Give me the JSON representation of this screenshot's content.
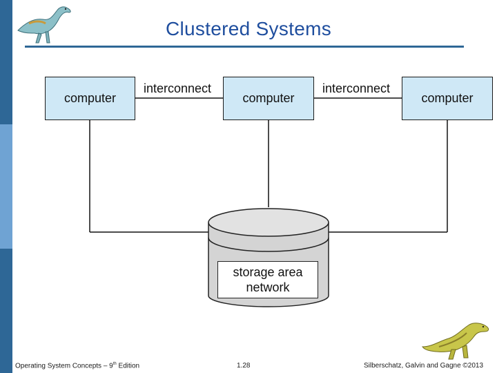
{
  "slide": {
    "title": "Clustered Systems"
  },
  "diagram": {
    "computers": [
      "computer",
      "computer",
      "computer"
    ],
    "interconnects": [
      "interconnect",
      "interconnect"
    ],
    "storage": {
      "line1": "storage area",
      "line2": "network"
    }
  },
  "footer": {
    "left_prefix": "Operating System Concepts – 9",
    "left_sup": "th",
    "left_suffix": " Edition",
    "page": "1.28",
    "right": "Silberschatz, Galvin and Gagne ©2013"
  },
  "colors": {
    "accent": "#2e6796",
    "accent_light": "#6fa3d3",
    "title": "#1f4e9e",
    "box_fill": "#cfe8f6",
    "cylinder": "#d4d4d4"
  },
  "icons": [
    "dinosaur-logo-icon",
    "dinosaur-footer-icon"
  ]
}
